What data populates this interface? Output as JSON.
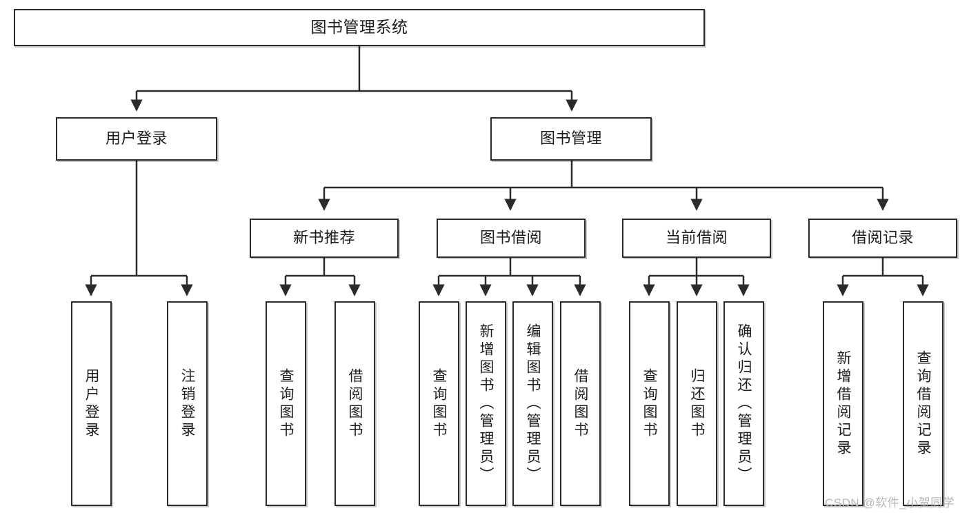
{
  "diagram": {
    "title": "图书管理系统",
    "type": "tree-hierarchy-chart",
    "root": {
      "label": "图书管理系统"
    },
    "level2": [
      {
        "label": "用户登录"
      },
      {
        "label": "图书管理"
      }
    ],
    "level3": [
      {
        "label": "新书推荐"
      },
      {
        "label": "图书借阅"
      },
      {
        "label": "当前借阅"
      },
      {
        "label": "借阅记录"
      }
    ],
    "leaves": {
      "user_login": [
        {
          "label": "用户登录"
        },
        {
          "label": "注销登录"
        }
      ],
      "new_book_recommend": [
        {
          "label": "查询图书"
        },
        {
          "label": "借阅图书"
        }
      ],
      "book_borrow": [
        {
          "label": "查询图书"
        },
        {
          "label": "新增图书（管理员）"
        },
        {
          "label": "编辑图书（管理员）"
        },
        {
          "label": "借阅图书"
        }
      ],
      "current_borrow": [
        {
          "label": "查询图书"
        },
        {
          "label": "归还图书"
        },
        {
          "label": "确认归还（管理员）"
        }
      ],
      "borrow_record": [
        {
          "label": "新增借阅记录"
        },
        {
          "label": "查询借阅记录"
        }
      ]
    }
  },
  "watermark": {
    "text": "CSDN @软件_小贺同学"
  },
  "colors": {
    "background": "#ffffff",
    "stroke": "#2b2b2b",
    "text": "#1d1d1d",
    "watermark": "#b6b6b6"
  }
}
